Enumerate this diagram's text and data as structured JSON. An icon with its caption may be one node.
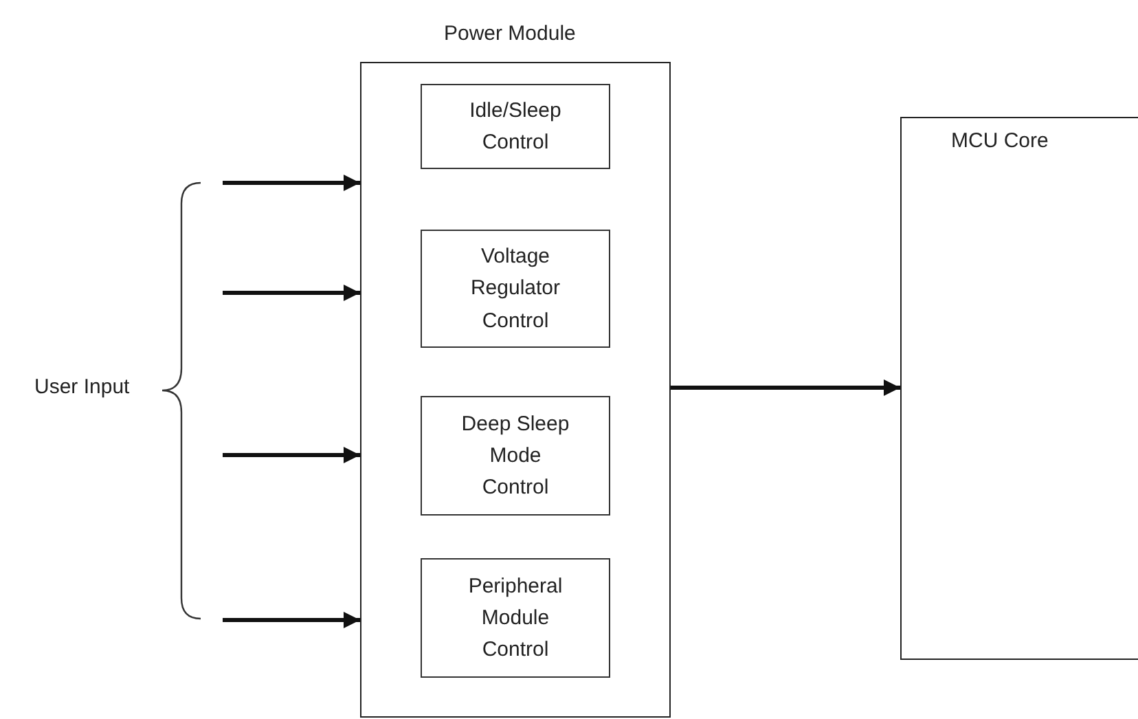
{
  "diagram": {
    "nodes": [
      {
        "text": [
          "Power Module"
        ]
      },
      {
        "text": [
          "Idle/Sleep Control"
        ],
        "in": 0
      },
      {
        "text": [
          "Voltage Regulator Control"
        ],
        "in": 0
      },
      {
        "text": [
          "Deep Sleep Mode Control"
        ],
        "in": 0
      },
      {
        "text": [
          "Peripheral Module Control"
        ],
        "in": 0
      },
      {
        "text": [
          "MCU Core"
        ]
      }
    ],
    "edges": [
      {
        "from": null,
        "to": 0,
        "arrow": "to"
      },
      {
        "from": null,
        "to": 0,
        "arrow": "to"
      },
      {
        "from": null,
        "to": 0,
        "arrow": "to"
      },
      {
        "from": null,
        "to": 0,
        "arrow": "to"
      },
      {
        "from": 0,
        "to": 5,
        "arrow": "to"
      }
    ],
    "labels": [
      "User Input"
    ]
  }
}
